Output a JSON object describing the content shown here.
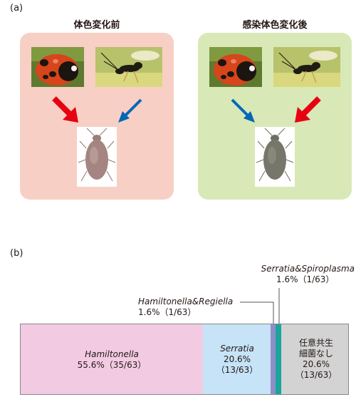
{
  "panel_a": {
    "label": "(a)",
    "before": {
      "title": "体色変化前",
      "bg_color": "#f8cfc4",
      "images": [
        "ladybird-image",
        "parasitoid-wasp-image",
        "aphid-red-image"
      ]
    },
    "after": {
      "title": "感染体色変化後",
      "bg_color": "#d9e8b7",
      "images": [
        "ladybird-image",
        "parasitoid-wasp-image",
        "aphid-green-image"
      ]
    },
    "arrow_colors": {
      "red": "#e60012",
      "blue": "#0068b7"
    }
  },
  "panel_b": {
    "label": "(b)",
    "chart_data": {
      "type": "bar",
      "orientation": "horizontal-stacked",
      "segments": [
        {
          "name": "Hamiltonella",
          "percent_label": "55.6%（35/63）",
          "value": 55.6,
          "count": 35,
          "total": 63,
          "color": "#f2cbe3"
        },
        {
          "name": "Serratia",
          "percent_label": "20.6%",
          "count_label": "（13/63）",
          "value": 20.6,
          "count": 13,
          "total": 63,
          "color": "#c6e3f7"
        },
        {
          "name": "Hamiltonella&Regiella",
          "percent_label": "1.6%（1/63）",
          "value": 1.6,
          "count": 1,
          "total": 63,
          "color": "#8f8fc8"
        },
        {
          "name": "Serratia&Spiroplasma",
          "percent_label": "1.6%（1/63）",
          "value": 1.6,
          "count": 1,
          "total": 63,
          "color": "#1aa59a"
        },
        {
          "name_line1": "任意共生",
          "name_line2": "細菌なし",
          "percent_label": "20.6%",
          "count_label": "（13/63）",
          "value": 20.6,
          "count": 13,
          "total": 63,
          "color": "#d3d3d3"
        }
      ]
    }
  }
}
